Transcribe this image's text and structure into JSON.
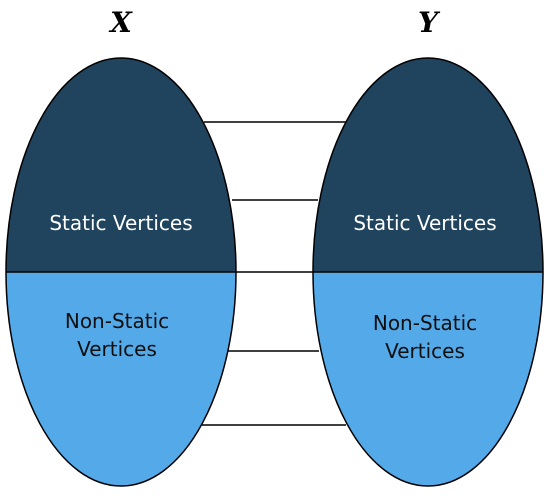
{
  "sets": [
    {
      "name": "X",
      "top_region": {
        "label": "Static Vertices"
      },
      "bottom_region": {
        "label_lines": [
          "Non-Static",
          "Vertices"
        ]
      }
    },
    {
      "name": "Y",
      "top_region": {
        "label": "Static Vertices"
      },
      "bottom_region": {
        "label_lines": [
          "Non-Static",
          "Vertices"
        ]
      }
    }
  ],
  "colors": {
    "static_region": "#20435e",
    "non_static_region": "#54aae9",
    "outline": "#000000",
    "edge": "#000000"
  },
  "edge_count": 5
}
